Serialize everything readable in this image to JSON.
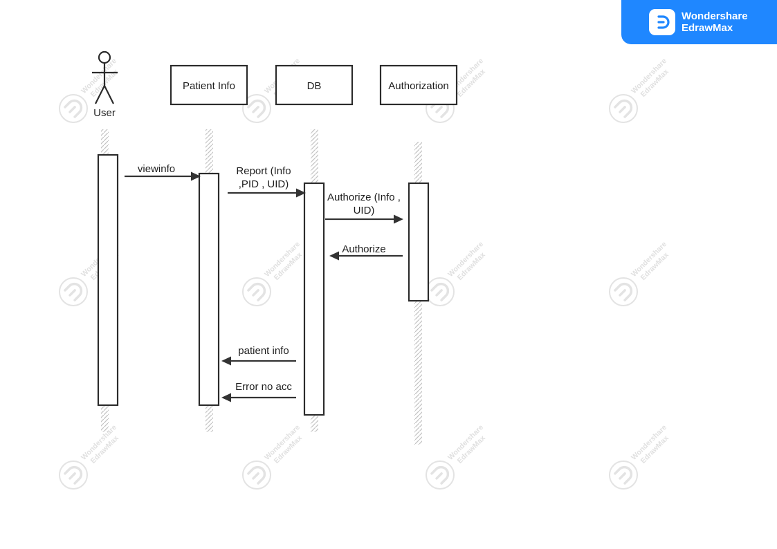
{
  "brand": {
    "line1": "Wondershare",
    "line2": "EdrawMax",
    "color": "#1f87ff"
  },
  "watermark": {
    "line1": "Wondershare",
    "line2": "EdrawMax"
  },
  "diagram": {
    "type": "sequence",
    "actor": {
      "label": "User"
    },
    "participants": [
      {
        "label": "Patient Info"
      },
      {
        "label": "DB"
      },
      {
        "label": "Authorization"
      }
    ],
    "messages": [
      {
        "from": "User",
        "to": "Patient Info",
        "lines": [
          "viewinfo"
        ]
      },
      {
        "from": "Patient Info",
        "to": "DB",
        "lines": [
          "Report (Info",
          ",PID , UID)"
        ]
      },
      {
        "from": "DB",
        "to": "Authorization",
        "lines": [
          "Authorize (Info ,",
          "UID)"
        ]
      },
      {
        "from": "Authorization",
        "to": "DB",
        "lines": [
          "Authorize"
        ]
      },
      {
        "from": "DB",
        "to": "Patient Info",
        "lines": [
          "patient info"
        ]
      },
      {
        "from": "DB",
        "to": "Patient Info",
        "lines": [
          "Error no acc"
        ]
      }
    ]
  }
}
